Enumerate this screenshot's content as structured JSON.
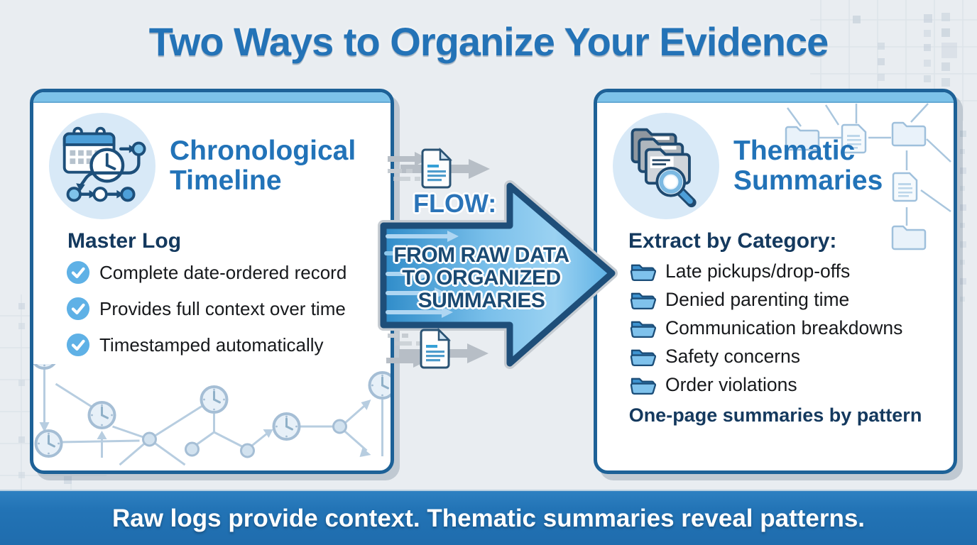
{
  "title": "Two Ways to Organize Your Evidence",
  "left_panel": {
    "heading": "Chronological Timeline",
    "subheading": "Master Log",
    "items": [
      "Complete date-ordered record",
      "Provides full context over time",
      "Timestamped automatically"
    ]
  },
  "flow": {
    "label": "FLOW:",
    "line1": "FROM RAW DATA",
    "line2": "TO ORGANIZED",
    "line3": "SUMMARIES"
  },
  "right_panel": {
    "heading": "Thematic Summaries",
    "subheading": "Extract by Category:",
    "items": [
      "Late pickups/drop-offs",
      "Denied parenting time",
      "Communication breakdowns",
      "Safety concerns",
      "Order violations"
    ],
    "footer": "One-page summaries by pattern"
  },
  "banner": {
    "text": "Raw logs provide context. Thematic summaries reveal patterns."
  },
  "icons": {
    "left_panel": "calendar-timeline-icon",
    "right_panel": "folders-magnifier-icon",
    "left_bullets": "check-circle-icon",
    "right_bullets": "folder-icon",
    "flow_clusters": "document-with-arrows-icon"
  },
  "colors": {
    "background": "#e9edf1",
    "title_blue": "#2473b7",
    "panel_border": "#1d6197",
    "panel_strip": "#7cc2e9",
    "heading_blue": "#2273b8",
    "navy_heading": "#14395e",
    "body_text": "#17191c",
    "check_circle": "#5fb1e6",
    "folder_blue": "#4d9fd8",
    "arrow_fill": "#5cb0e4",
    "arrow_border": "#1e4e79",
    "arrow_silver": "#c6ccd2",
    "gray_arrow": "#b7bec6",
    "banner_bg": "#2273b5",
    "banner_text": "#ffffff"
  }
}
